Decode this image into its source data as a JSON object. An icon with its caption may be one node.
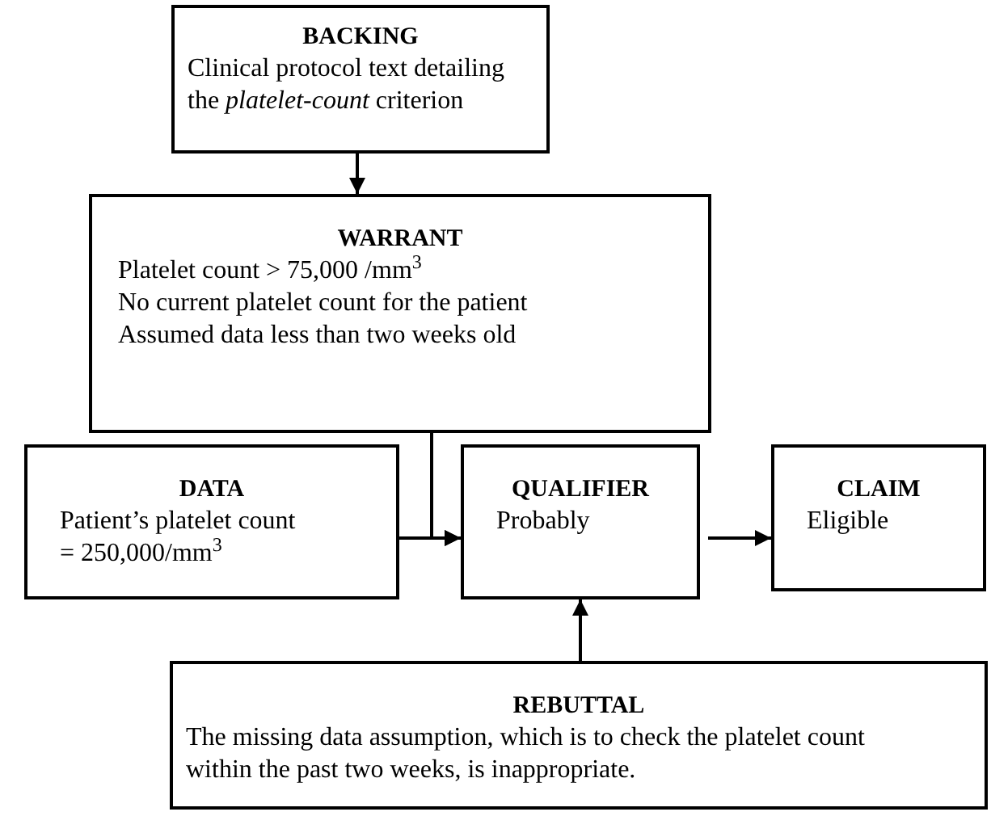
{
  "diagram": {
    "nodes": [
      {
        "text": [
          "BACKING",
          "Clinical protocol text detailing the *platelet-count* criterion"
        ]
      },
      {
        "text": [
          "WARRANT",
          "Platelet count > 75,000 /mm$^{3}$",
          "No current platelet count for the patient",
          "Assumed data less than two weeks old"
        ]
      },
      {
        "text": [
          "DATA",
          "Patient’s platelet count = 250,000/mm$^{3}$"
        ]
      },
      {
        "text": [
          "QUALIFIER",
          "Probably"
        ]
      },
      {
        "text": [
          "CLAIM",
          "Eligible"
        ]
      },
      {
        "text": [
          "REBUTTAL",
          "The missing data assumption, which is to check the platelet count within the past two weeks, is inappropriate."
        ]
      }
    ],
    "edges": [
      {
        "from": 0,
        "to": 1,
        "arrow": "to"
      },
      {
        "from": 1,
        "to": 3,
        "arrow": "to"
      },
      {
        "from": 2,
        "to": 3,
        "arrow": "to"
      },
      {
        "from": 3,
        "to": 4,
        "arrow": "to"
      },
      {
        "from": 5,
        "to": 3,
        "arrow": "to"
      }
    ]
  }
}
